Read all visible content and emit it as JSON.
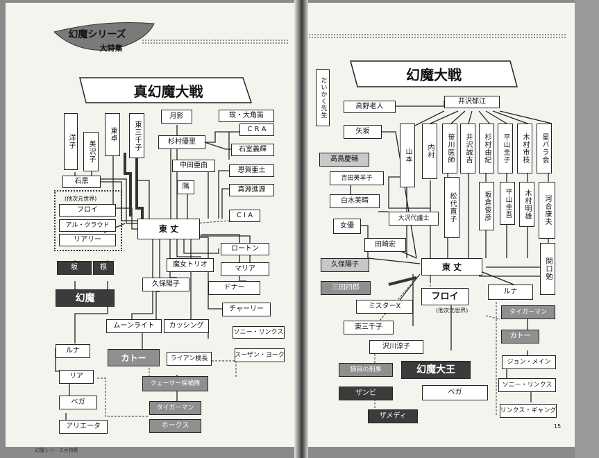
{
  "header": {
    "series_title": "幻魔シリーズ",
    "special_feature": "大特集",
    "left_title": "真幻魔大戦",
    "right_title": "幻魔大戦",
    "page_number": "15",
    "footer_text": "幻魔シリーズ大特集"
  },
  "left": {
    "you": "洋子",
    "miwako": "美沢子",
    "azuma_taku": "東卓",
    "azuma_michiko": "東三千子",
    "tsukikage": "月影",
    "oyassha": "故・大角笛",
    "cra": "C R A",
    "sugimura": "杉村優里",
    "ishiho": "石室義輝",
    "nakata": "中田亜由",
    "sawara": "恩賀亜土",
    "makabuchi": "真淵進源",
    "ishiguro": "石黒",
    "ichi": "隅",
    "cia": "C I A",
    "sekai_label": "(他次元世界)",
    "furoi": "フロイ",
    "aru": "アル・クラウド",
    "riari": "リアリー",
    "azuma_jo": "東 丈",
    "roton": "ロートン",
    "maria": "マリア",
    "majo": "魔女トリオ",
    "kubo": "久保陽子",
    "dona": "ドナー",
    "chari": "チャーリー",
    "ha": "坂",
    "ki": "根",
    "genma": "幻魔",
    "moonlight": "ムーンライト",
    "kasshingu": "カッシング",
    "sonny": "ソニー・リンクス",
    "luna": "ルナ",
    "kato": "カトー",
    "raian": "ライアン検長",
    "susan": "スーザン・ヨーク",
    "ria": "リア",
    "kuesa": "クェーサー探検隊",
    "bega": "ベガ",
    "tiger": "タイガーマン",
    "arieta": "アリエータ",
    "hokusu": "ホークス"
  },
  "right": {
    "sensei": "だいかく先生",
    "takano": "高野老人",
    "isawa": "井沢郁江",
    "yasaka": "矢坂",
    "yamamoto": "山本",
    "uchimura": "内村",
    "sasagawa": "笹川医師",
    "isawa_sei": "井沢誠吉",
    "sugimura_yuki": "杉村由紀",
    "hirayama_kei": "平山圭子",
    "kimura_ichiro": "木村市枝",
    "hoshi_bara": "星バラ会",
    "takashima": "高鳥慶輔",
    "yoshida": "吉田美羊子",
    "shiromizu": "白水美晴",
    "matsudai": "松代直子",
    "sakakura": "坂倉俊彦",
    "hirayama_kaku": "平山圭吾",
    "kimura_akira": "木村明雄",
    "kawai": "河合康夫",
    "joyu": "女優",
    "osawa": "大沢代議士",
    "tasaki": "田崎宏",
    "sekiguchi": "関口勉",
    "kubo_yoko": "久保陽子",
    "azuma_jo": "東 丈",
    "mishima": "三田四郎",
    "mister_x": "ミスターX",
    "furoi": "フロイ",
    "furoi_note": "(他次元世界)",
    "luna": "ルナ",
    "tiger": "タイガーマン",
    "azuma_michiko": "東三千子",
    "kato": "カトー",
    "sawakawa": "沢川淳子",
    "keiji": "狼目の刑事",
    "daio": "幻魔大王",
    "john": "ジョン・メイン",
    "sonny": "ソニー・リンクス",
    "zanbi": "ザンビ",
    "bega": "ベガ",
    "zamedi": "ザメディ",
    "links": "リンクス・ギャング"
  }
}
